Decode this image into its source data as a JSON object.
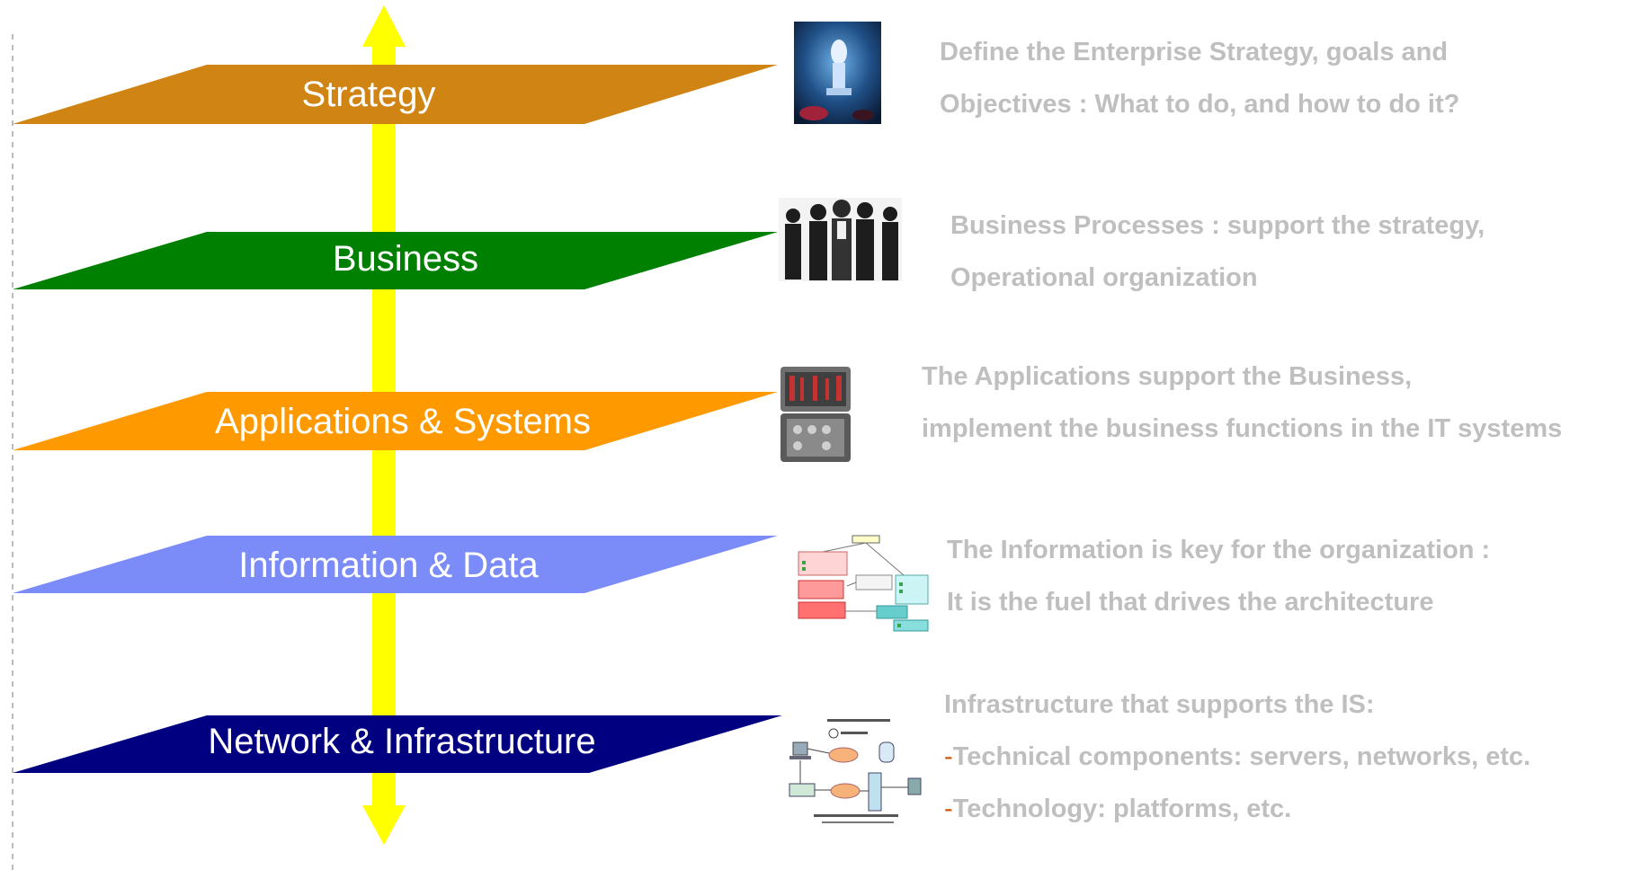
{
  "colors": {
    "arrow": "#ffff00",
    "strategy": "#d08413",
    "business": "#008000",
    "applications": "#ff9900",
    "information": "#7b8cf8",
    "network": "#000080",
    "description_text": "#bfbfbf",
    "bullet_dash": "#d35400"
  },
  "layers": [
    {
      "label": "Strategy",
      "image_icon": "chess-king-icon",
      "description": [
        "Define the Enterprise Strategy, goals and",
        "Objectives : What to do, and how to do it?"
      ]
    },
    {
      "label": "Business",
      "image_icon": "business-people-icon",
      "description": [
        "Business Processes : support the strategy,",
        "Operational organization"
      ]
    },
    {
      "label": "Applications & Systems",
      "image_icon": "toolbox-icon",
      "description": [
        "The Applications support the Business,",
        "implement the business functions in the IT systems"
      ]
    },
    {
      "label": "Information & Data",
      "image_icon": "data-model-diagram-icon",
      "description": [
        "The Information is key for the organization :",
        "It is the fuel that drives the architecture"
      ]
    },
    {
      "label": "Network & Infrastructure",
      "image_icon": "web-service-diagram-icon",
      "description": [
        "Infrastructure that supports the IS:"
      ],
      "bullets": [
        {
          "dash": "-",
          "text": "Technical components: servers, networks, etc."
        },
        {
          "dash": "-",
          "text": "Technology: platforms, etc."
        }
      ]
    }
  ]
}
